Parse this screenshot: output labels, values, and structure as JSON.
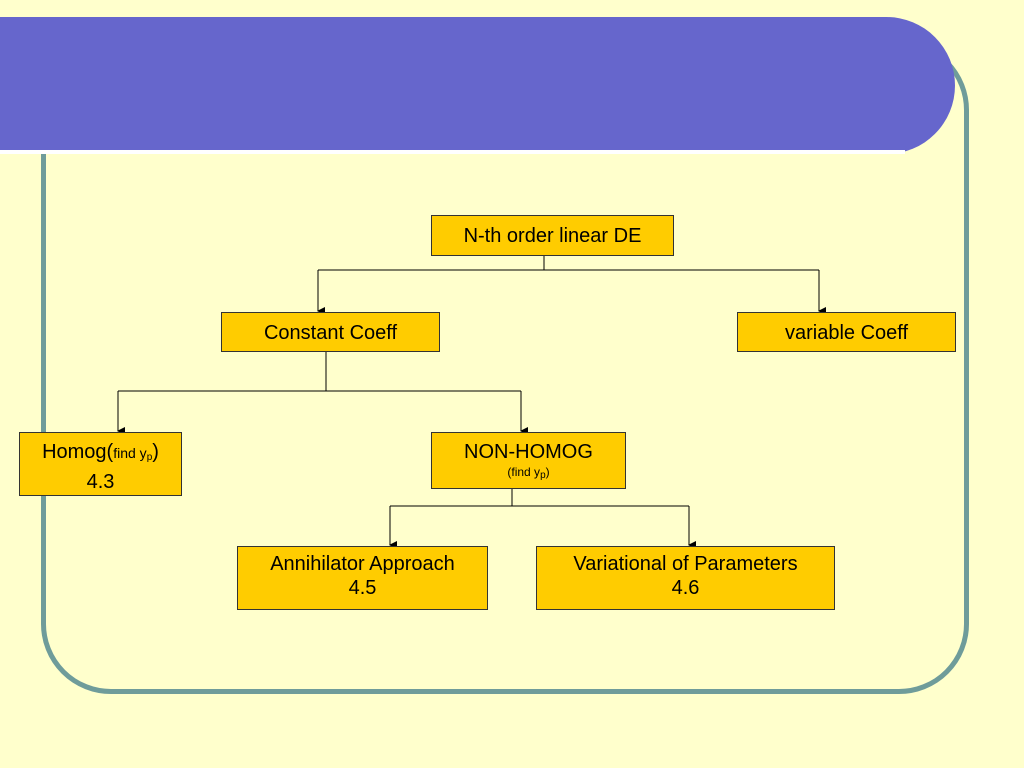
{
  "colors": {
    "background": "#FFFFCC",
    "banner": "#6666CC",
    "frame": "#6F9C9A",
    "node_fill": "#FFCC00",
    "connector": "#000000"
  },
  "nodes": {
    "root": {
      "label": "N-th order linear DE"
    },
    "constant": {
      "label": "Constant Coeff"
    },
    "variable": {
      "label": "variable Coeff"
    },
    "homog": {
      "label": "Homog(",
      "hint": "find y",
      "sub": "p",
      "close": ")",
      "section": "4.3"
    },
    "nonhomog": {
      "label": "NON-HOMOG",
      "hint": "(find y",
      "sub": "p",
      "close": ")"
    },
    "annihilator": {
      "label": "Annihilator Approach",
      "section": "4.5"
    },
    "variational": {
      "label": "Variational of Parameters",
      "section": "4.6"
    }
  }
}
